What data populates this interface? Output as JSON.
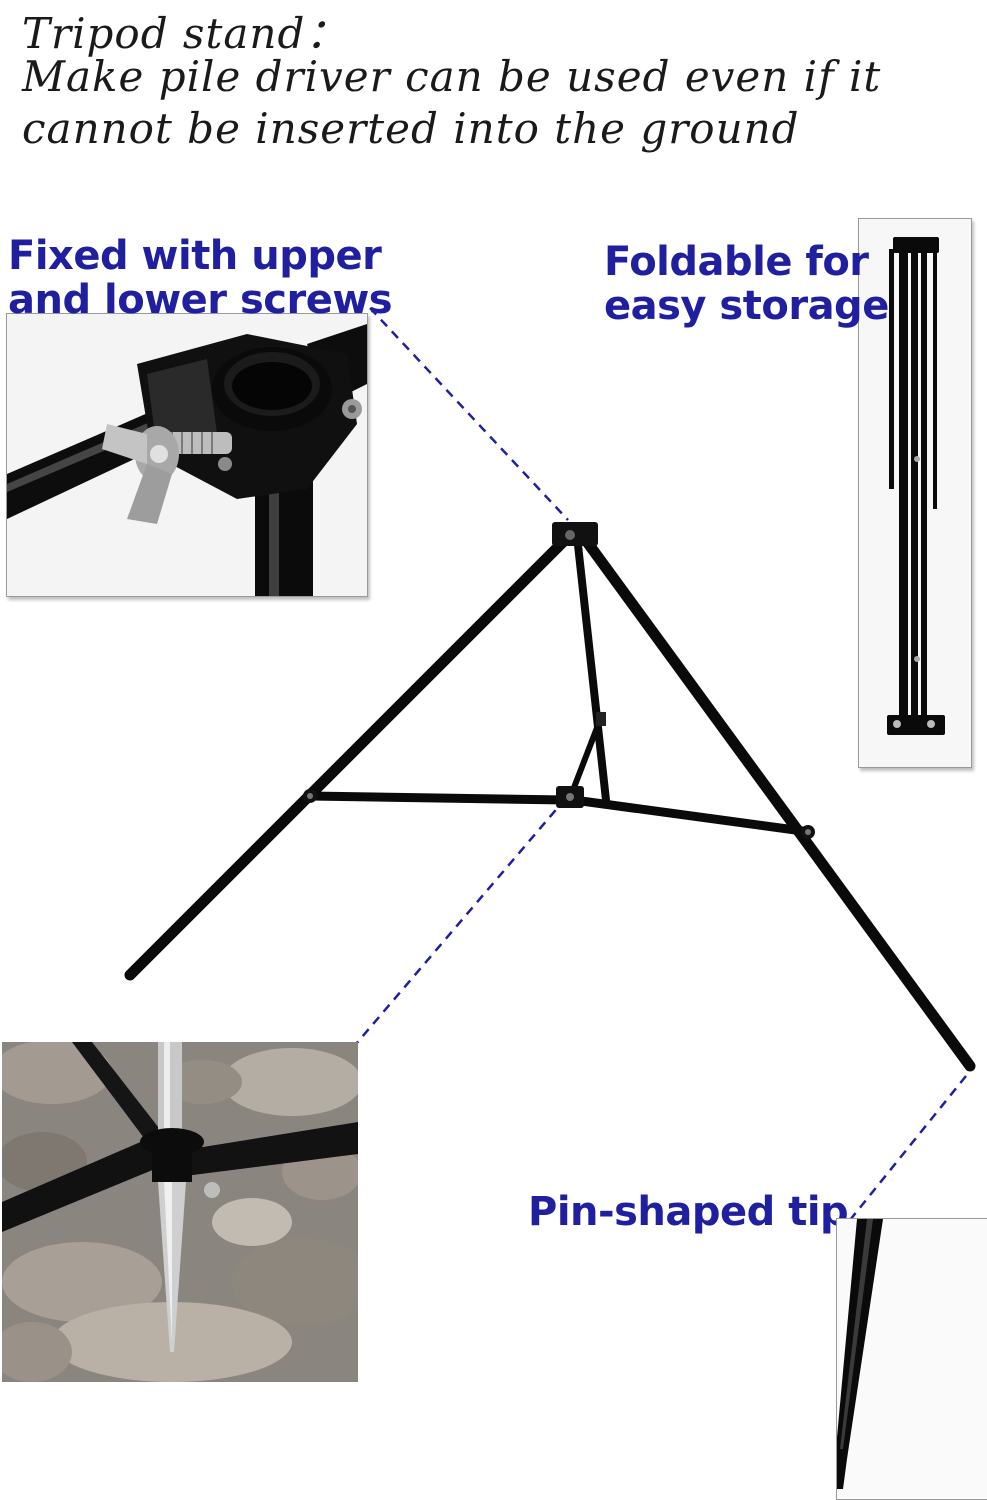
{
  "header": {
    "line1": "Tripod stand：",
    "line2": "Make pile driver can be used even if it",
    "line3": "cannot be inserted into the ground"
  },
  "callouts": {
    "screws_line1": "Fixed with upper",
    "screws_line2": "and lower screws",
    "fold_line1": "Foldable for",
    "fold_line2": "easy storage",
    "tip": "Pin-shaped tip"
  },
  "colors": {
    "callout_text": "#1f1fa0",
    "dashed_line": "#1f1fa0",
    "tube": "#0a0a0a"
  }
}
